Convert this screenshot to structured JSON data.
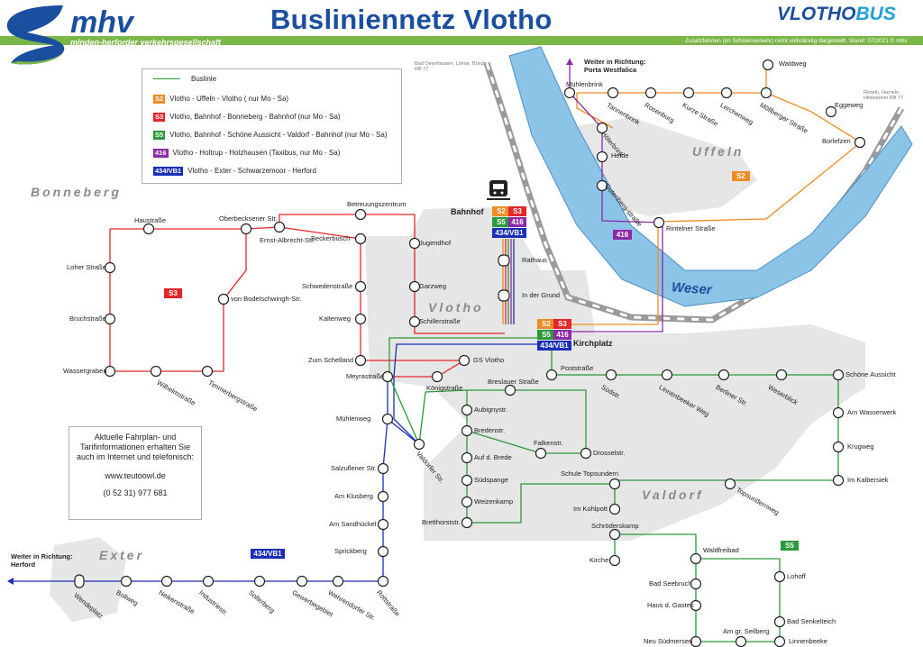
{
  "header": {
    "title": "Busliniennetz Vlotho",
    "brand": "mhv",
    "brand_sub": "minden-herforder verkehrsgesellschaft",
    "right_logo_a": "VLOTHO",
    "right_logo_b": "BUS",
    "note": "Zusatzfahrten (im Schülerverkehr) nicht vollständig dargestellt. Stand: 07/2021 © mhv"
  },
  "colors": {
    "S2": "#f08a24",
    "S3": "#e3262a",
    "S5": "#2a9a3a",
    "416": "#8e2aa8",
    "434": "#1a2fb8",
    "buslinie": "#2a9a3a",
    "header_bar": "#7ab648",
    "weser": "#8cc4e8"
  },
  "legend": {
    "title": "Buslinie",
    "rows": [
      {
        "badge": "S2",
        "text": "Vlotho - Uffeln - Vlotho ( nur Mo - Sa)"
      },
      {
        "badge": "S3",
        "text": "Vlotho, Bahnhof - Bonneberg - Bahnhof (nur Mo - Sa)"
      },
      {
        "badge": "S5",
        "text": "Vlotho, Bahnhof - Schöne Aussicht - Valdorf - Bahnhof (nur Mo - Sa)"
      },
      {
        "badge": "416",
        "text": "Vlotho - Holtrup - Holzhausen (Taxibus, nur Mo - Sa)"
      },
      {
        "badge": "434/VB1",
        "text": "Vlotho - Exter - Schwarzemoor - Herford"
      }
    ]
  },
  "info": {
    "line1": "Aktuelle Fahrplan- und",
    "line2": "Tarifinformationen erhalten Sie",
    "line3": "auch im Internet und telefonisch:",
    "web": "www.teutoowl.de",
    "phone": "(0 52 31) 977 681"
  },
  "districts": {
    "bonneberg": "Bonneberg",
    "uffeln": "Uffeln",
    "vlotho": "Vlotho",
    "valdorf": "Valdorf",
    "exter": "Exter"
  },
  "river": "Weser",
  "directions": {
    "porta_a": "Weiter in Richtung:",
    "porta_b": "Porta Westfalica",
    "herford_a": "Weiter in Richtung:",
    "herford_b": "Herford"
  },
  "rail_notes": {
    "left": "Bad Oeynhausen, Löhne, Bünde RB 77",
    "right": "Rinteln, Hameln, Hildesheim RB 77"
  },
  "stations": {
    "bahnhof": "Bahnhof",
    "kirchplatz": "Kirchplatz"
  },
  "badges_map": {
    "s2": "S2",
    "s3": "S3",
    "s5": "S5",
    "l416": "416",
    "l434": "434/VB1"
  },
  "stops": {
    "muehlenbrink": "Mühlenbrink",
    "waldweg": "Waldweg",
    "tannenbrink": "Tannenbrink",
    "rosenburg": "Rosenburg",
    "kurze": "Kurze Straße",
    "lerchenweg": "Lerchenweg",
    "muehlberger": "Möllberger Straße",
    "eggeweg": "Eggeweg",
    "borlefzen": "Borlefzen",
    "hoelerbrink": "Hölerbrink",
    "heide": "Heide",
    "gutenberg": "Gutenberg-straße",
    "rintelner": "Rintelner Straße",
    "betreuung": "Betreuungszentrum",
    "jugendhof": "Jugendhof",
    "garzweg": "Garzweg",
    "schillerstr": "Schillerstraße",
    "rathaus": "Rathaus",
    "ingrund": "In der Grund",
    "haustr": "Haustraße",
    "oberbeck": "Oberbecksener Str.",
    "ernst": "Ernst-Albrecht-Str.",
    "beckerbusch": "Beckerbusch",
    "schweden": "Schwedenstraße",
    "kaltenweg": "Kaltenweg",
    "schelland": "Zum Schelland",
    "loher": "Loher Straße",
    "bruch": "Bruchstraße",
    "bodel": "von Bodelschwingh-Str.",
    "wasser": "Wassergraben",
    "wilhelm": "Wilhelmstraße",
    "timmer": "Timmerbergstraße",
    "gsvlotho": "GS Vlotho",
    "meyra": "Meyrastraße",
    "koenig": "Königstraße",
    "muehlenweg": "Mühlenweg",
    "valdorfer": "Valdorfer Str.",
    "post": "Poststraße",
    "suedstr": "Südstr.",
    "linnenbeeker": "Linnenbeeker Weg",
    "berliner": "Berliner Str.",
    "weserblick": "Weserblick",
    "schoene": "Schöne Aussicht",
    "amwasser": "Am Wasserwerk",
    "krugweg": "Krugweg",
    "kalbersiek": "Im Kalbersiek",
    "breslauer": "Breslauer Straße",
    "aubigny": "Aubignystr.",
    "bredenstr": "Bredenstr.",
    "aufdbrede": "Auf d. Brede",
    "falken": "Falkenstr.",
    "drossel": "Drosselstr.",
    "suedspange": "Südspange",
    "weizen": "Weizenkamp",
    "brettholz": "Bretthorststr.",
    "topsundern": "Schule Topsundern",
    "kohlpott": "Im Kohlpott",
    "topsundernweg": "Topsundernweg",
    "schroeders": "Schröderskamp",
    "kirche": "Kirche",
    "waldfreibad": "Waldfreibad",
    "seebruch": "Bad Seebruch",
    "gastes": "Haus d. Gastes",
    "lohoff": "Lohoff",
    "senkel": "Bad Senkelteich",
    "seilberg": "Am gr. Seilberg",
    "suedmersen": "Neu Südmersen",
    "linnenbeeke": "Linnenbeeke",
    "salzuflener": "Salzuflener Str.",
    "klusberg": "Am Klusberg",
    "sandhueckel": "Am Sandhückel",
    "sprickberg": "Sprickberg",
    "rottstr": "Rottstraße",
    "wehrendorfer": "Wehrendorfer Str.",
    "gewerbe": "Gewerbegebiet",
    "solterberg": "Solterberg",
    "industrie": "Industriestr.",
    "neikenstr": "Neikenstraße",
    "bollweg": "Bollweg",
    "wendeplatz": "Wendeplatz"
  }
}
